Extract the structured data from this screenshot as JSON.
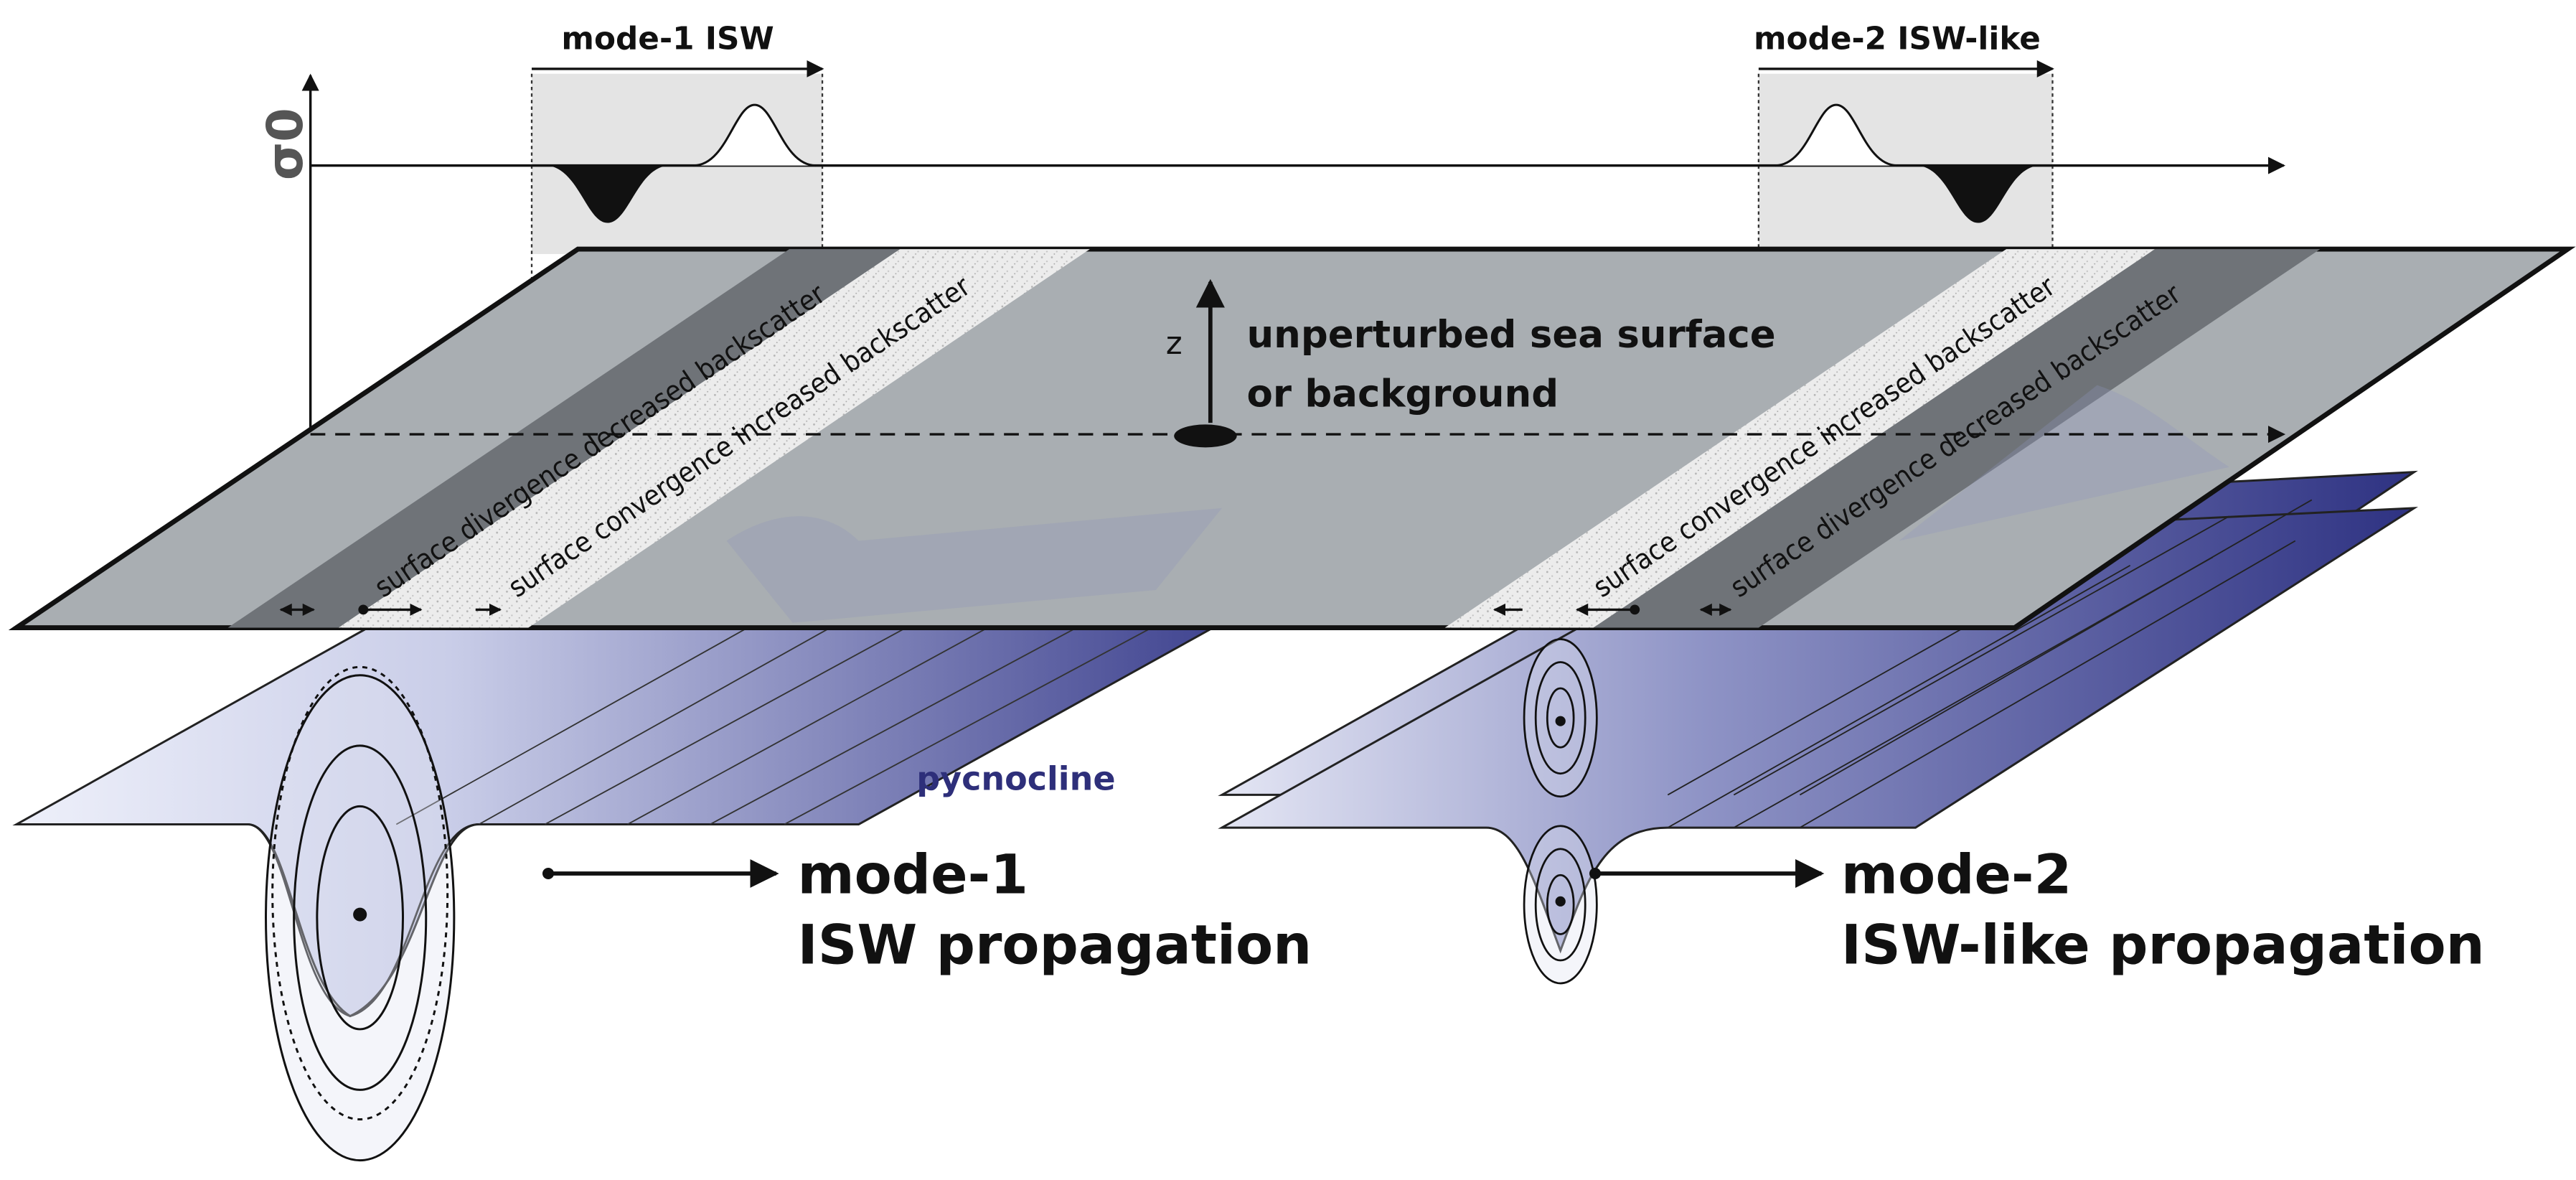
{
  "axis": {
    "ylabel": "σ0"
  },
  "profiles": {
    "mode1_title": "mode-1 ISW",
    "mode2_title": "mode-2 ISW-like"
  },
  "surface": {
    "z_label": "z",
    "label_line1": "unperturbed sea surface",
    "label_line2": "or background"
  },
  "bands": {
    "divergence": "surface divergence decreased backscatter",
    "convergence": "surface convergence increased backscatter"
  },
  "layers": {
    "pycnocline": "pycnocline"
  },
  "propagation": {
    "mode1_line1": "mode-1",
    "mode1_line2": "ISW propagation",
    "mode2_line1": "mode-2",
    "mode2_line2": "ISW-like propagation"
  },
  "colors": {
    "surface": "#a9aeb2",
    "divergence_band": "#6f7378",
    "convergence_band": "#e6e6e6",
    "pycnocline_blue": "#3b3f8a",
    "pycnocline_light": "#d8dcef",
    "profile_box": "#e4e4e4",
    "pycnocline_text": "#2e2f7a"
  }
}
